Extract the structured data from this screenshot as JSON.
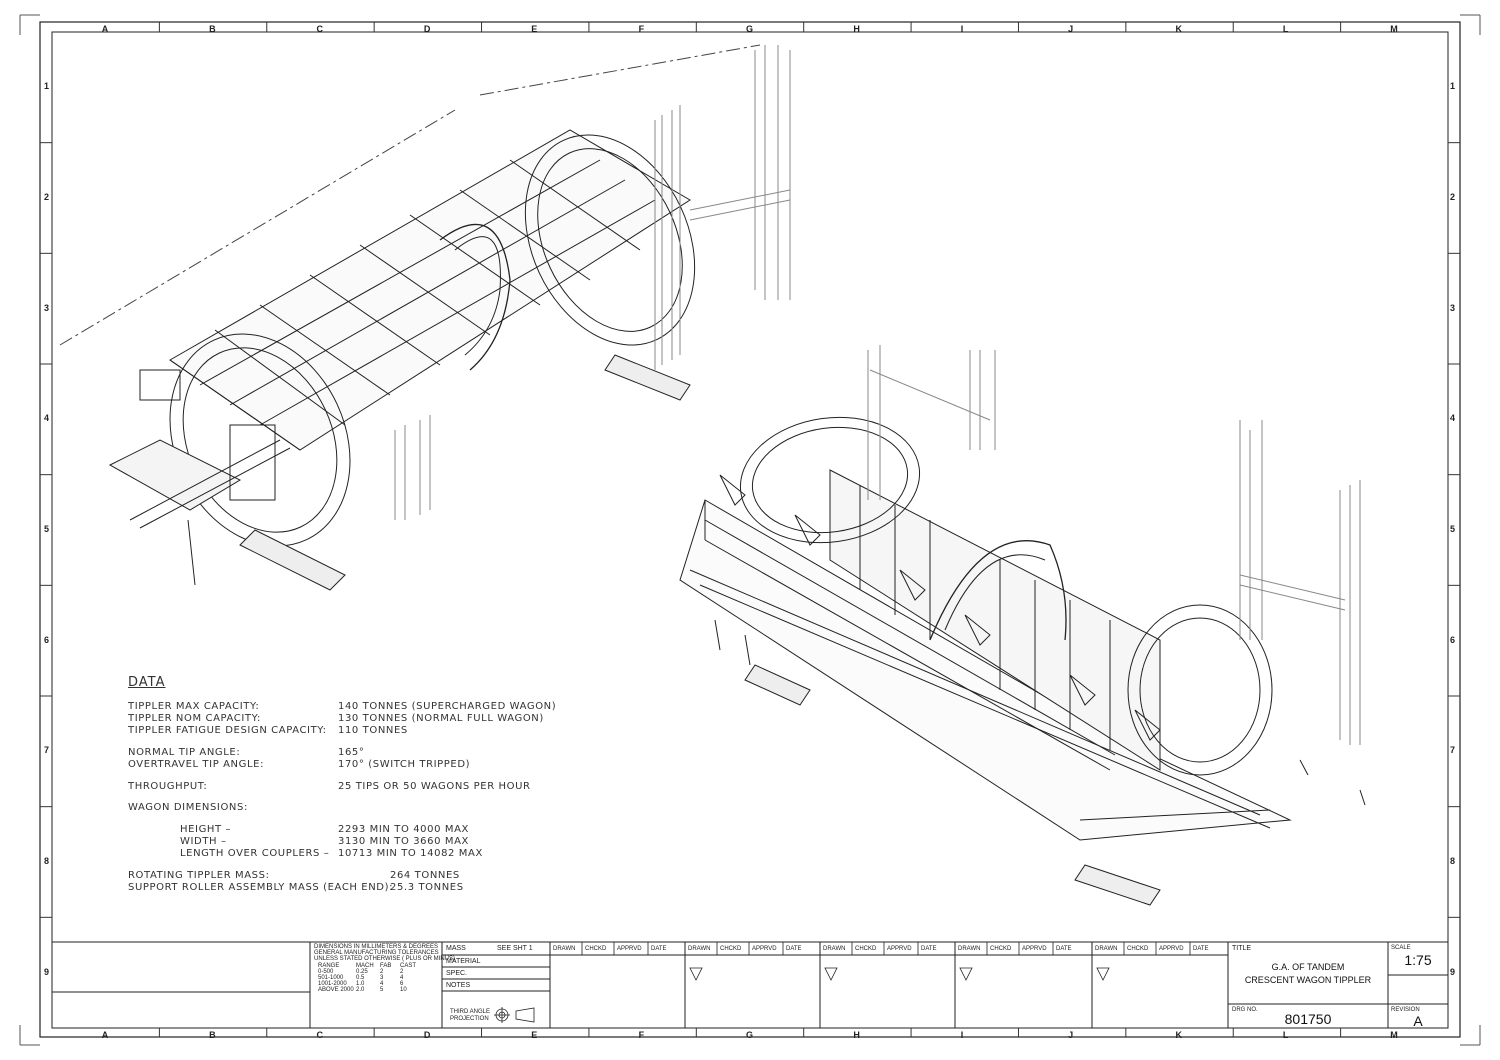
{
  "border": {
    "columns": [
      "A",
      "B",
      "C",
      "D",
      "E",
      "F",
      "G",
      "H",
      "I",
      "J",
      "K",
      "L",
      "M"
    ],
    "rows": [
      "1",
      "2",
      "3",
      "4",
      "5",
      "6",
      "7",
      "8",
      "9"
    ]
  },
  "data_block": {
    "title": "DATA",
    "capacity": [
      {
        "label": "TIPPLER MAX CAPACITY:",
        "value": "140 TONNES (SUPERCHARGED WAGON)"
      },
      {
        "label": "TIPPLER NOM CAPACITY:",
        "value": "130 TONNES (NORMAL FULL WAGON)"
      },
      {
        "label": "TIPPLER FATIGUE DESIGN CAPACITY:",
        "value": "110 TONNES"
      }
    ],
    "angles": [
      {
        "label": "NORMAL TIP ANGLE:",
        "value": "165°"
      },
      {
        "label": "OVERTRAVEL TIP ANGLE:",
        "value": "170° (SWITCH TRIPPED)"
      }
    ],
    "throughput": {
      "label": "THROUGHPUT:",
      "value": "25 TIPS OR 50 WAGONS PER HOUR"
    },
    "wagon_heading": "WAGON DIMENSIONS:",
    "wagon": [
      {
        "label": "HEIGHT –",
        "value": "2293 MIN TO 4000 MAX"
      },
      {
        "label": "WIDTH –",
        "value": "3130 MIN TO 3660 MAX"
      },
      {
        "label": "LENGTH OVER COUPLERS –",
        "value": "10713 MIN TO 14082 MAX"
      }
    ],
    "mass": [
      {
        "label": "ROTATING TIPPLER MASS:",
        "value": "264 TONNES"
      },
      {
        "label": "SUPPORT ROLLER ASSEMBLY MASS (EACH END):",
        "value": "25.3 TONNES"
      }
    ]
  },
  "title_block": {
    "tolerance_heading": [
      "DIMENSIONS IN MILLIMETERS & DEGREES",
      "GENERAL MANUFACTURING TOLERANCES",
      "UNLESS STATED OTHERWISE ( PLUS OR MINUS)"
    ],
    "tolerance_header": [
      "RANGE",
      "MACH",
      "FAB",
      "CAST"
    ],
    "tolerance_rows": [
      [
        "0-500",
        "0.25",
        "2",
        "2"
      ],
      [
        "501-1000",
        "0.5",
        "3",
        "4"
      ],
      [
        "1001-2000",
        "1.0",
        "4",
        "6"
      ],
      [
        "ABOVE 2000",
        "2.0",
        "5",
        "10"
      ]
    ],
    "mass_label": "MASS",
    "mass_value": "SEE SHT 1",
    "material_label": "MATERIAL",
    "spec_label": "SPEC.",
    "notes_label": "NOTES",
    "projection_label": [
      "THIRD ANGLE",
      "PROJECTION"
    ],
    "signoff_headers": [
      "DRAWN",
      "CHCKD",
      "APPRVD",
      "DATE"
    ],
    "title_label": "TITLE",
    "title_lines": [
      "G.A. OF TANDEM",
      "CRESCENT WAGON TIPPLER"
    ],
    "scale_label": "SCALE",
    "scale_value": "1:75",
    "drg_label": "DRG NO.",
    "drg_value": "801750",
    "revision_label": "REVISION",
    "revision_value": "A"
  }
}
